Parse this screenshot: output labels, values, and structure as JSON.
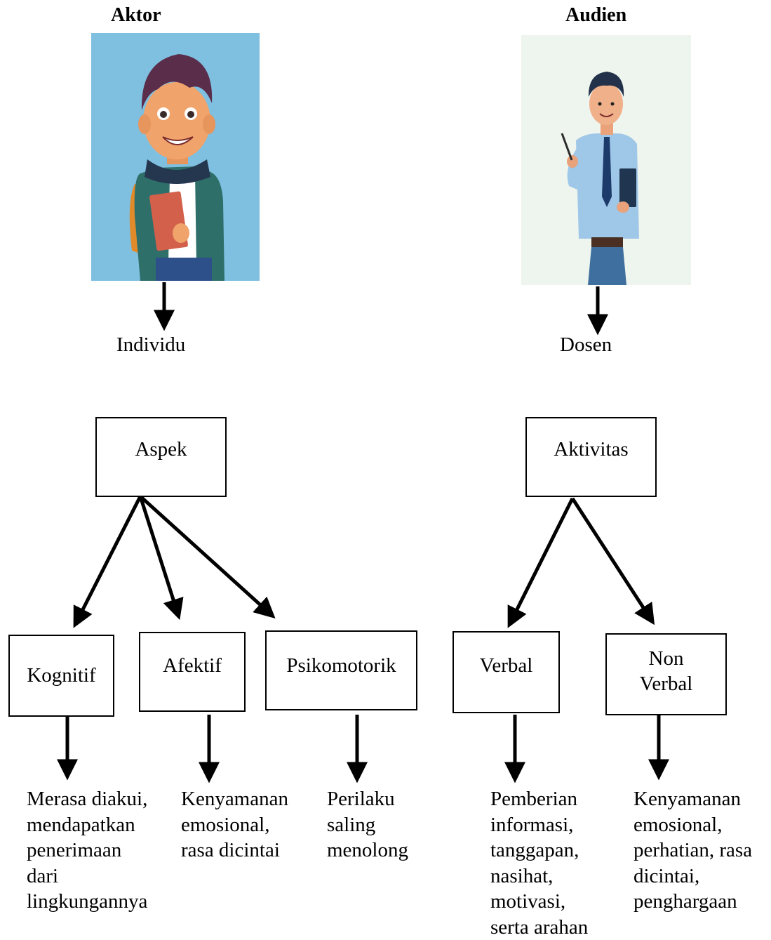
{
  "actor": {
    "title": "Aktor",
    "image_icon": "student-illustration",
    "result": "Individu",
    "box": "Aspek",
    "children": [
      {
        "label": "Kognitif",
        "desc": [
          "Merasa diakui,",
          "mendapatkan",
          "penerimaan",
          "dari",
          "lingkungannya"
        ]
      },
      {
        "label": "Afektif",
        "desc": [
          "Kenyamanan",
          "emosional,",
          "rasa dicintai"
        ]
      },
      {
        "label": "Psikomotorik",
        "desc": [
          "Perilaku",
          "saling",
          "menolong"
        ]
      }
    ]
  },
  "audience": {
    "title": "Audien",
    "image_icon": "lecturer-illustration",
    "result": "Dosen",
    "box": "Aktivitas",
    "children": [
      {
        "label": "Verbal",
        "desc": [
          "Pemberian",
          "informasi,",
          "tanggapan,",
          "nasihat,",
          "motivasi,",
          "serta arahan"
        ]
      },
      {
        "label_lines": [
          "Non",
          "Verbal"
        ],
        "desc": [
          "Kenyamanan",
          "emosional,",
          "perhatian, rasa",
          "dicintai,",
          "penghargaan"
        ]
      }
    ]
  },
  "colors": {
    "actor_bg": "#7fbfe0",
    "audience_bg": "#eef5ee",
    "line": "#000000"
  }
}
